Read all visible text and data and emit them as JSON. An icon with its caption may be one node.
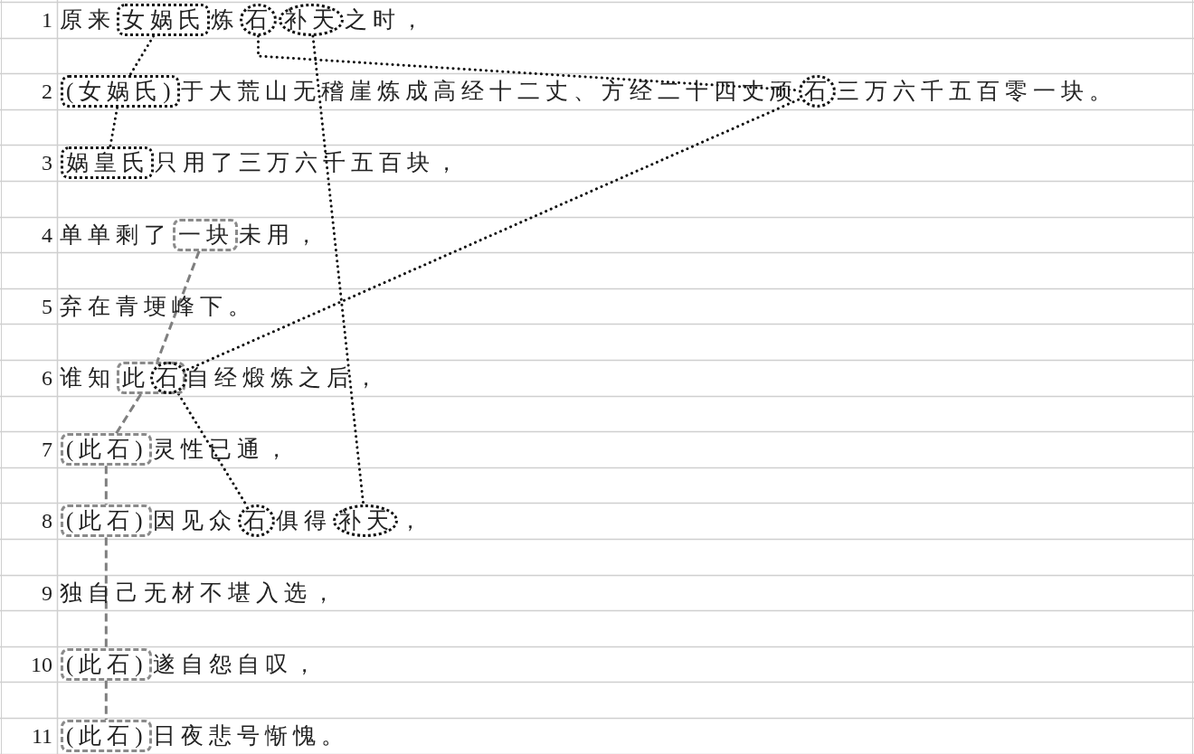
{
  "diagram": {
    "nodes": [
      {
        "text": [
          "女娲氏"
        ]
      },
      {
        "text": [
          "石"
        ]
      },
      {
        "text": [
          "补天"
        ]
      },
      {
        "text": [
          "(女娲氏)"
        ]
      },
      {
        "text": [
          "石"
        ]
      },
      {
        "text": [
          "娲皇氏"
        ]
      },
      {
        "text": [
          "一块"
        ]
      },
      {
        "text": [
          "此"
        ]
      },
      {
        "text": [
          "石"
        ],
        "in": 7
      },
      {
        "text": [
          "(此石)"
        ]
      },
      {
        "text": [
          "(此石)"
        ]
      },
      {
        "text": [
          "石"
        ]
      },
      {
        "text": [
          "补天"
        ]
      },
      {
        "text": [
          "(此石)"
        ]
      },
      {
        "text": [
          "(此石)"
        ]
      }
    ],
    "edges": [
      {
        "from": 0,
        "to": 3,
        "arrow": "none"
      },
      {
        "from": 3,
        "to": 5,
        "arrow": "none"
      },
      {
        "from": 1,
        "to": 4,
        "arrow": "none"
      },
      {
        "from": 4,
        "to": 8,
        "arrow": "none"
      },
      {
        "from": 8,
        "to": 11,
        "arrow": "none"
      },
      {
        "from": 2,
        "to": 12,
        "arrow": "none"
      },
      {
        "from": 6,
        "to": 7,
        "arrow": "none",
        "style": "dashed",
        "color": "#7f7f7f"
      },
      {
        "from": 7,
        "to": 9,
        "arrow": "none",
        "style": "dashed",
        "color": "#7f7f7f"
      },
      {
        "from": 9,
        "to": 10,
        "arrow": "none",
        "style": "dashed",
        "color": "#7f7f7f"
      },
      {
        "from": 10,
        "to": 13,
        "arrow": "none",
        "style": "dashed",
        "color": "#7f7f7f"
      },
      {
        "from": 13,
        "to": 14,
        "arrow": "none",
        "style": "dashed",
        "color": "#7f7f7f"
      }
    ],
    "labels": [
      "1",
      "原来",
      "炼",
      "之时，",
      "2",
      "于大荒山无稽崖炼成高经十二丈、方经二十四丈顽",
      "三万六千五百零一块。",
      "3",
      "只用了三万六千五百块，",
      "4",
      "单单剩了",
      "未用，",
      "5",
      "弃在青埂峰下。",
      "6",
      "谁知",
      "自经煅炼之后，",
      "7",
      "灵性已通，",
      "8",
      "因见众",
      "俱得",
      "，",
      "9",
      "独自己无材不堪入选，",
      "10",
      "遂自怨自叹，",
      "11",
      "日夜悲号惭愧。"
    ]
  }
}
